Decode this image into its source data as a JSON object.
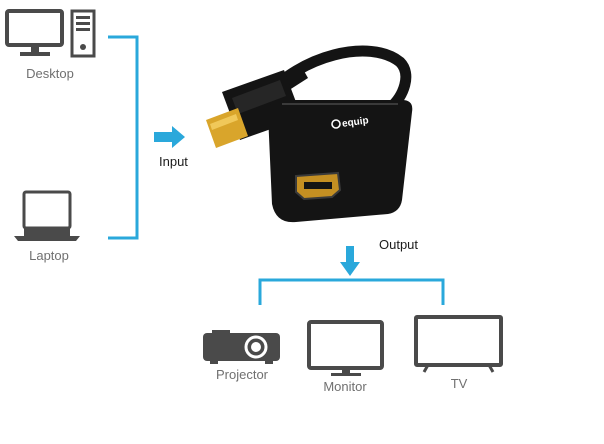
{
  "sources": [
    {
      "label": "Desktop",
      "icon": "desktop-icon"
    },
    {
      "label": "Laptop",
      "icon": "laptop-icon"
    }
  ],
  "input_label": "Input",
  "output_label": "Output",
  "adapter": {
    "brand": "equip",
    "icon": "displayport-to-hdmi-adapter-icon"
  },
  "outputs": [
    {
      "label": "Projector",
      "icon": "projector-icon"
    },
    {
      "label": "Monitor",
      "icon": "monitor-icon"
    },
    {
      "label": "TV",
      "icon": "tv-icon"
    }
  ],
  "colors": {
    "accent": "#2aa8db",
    "device": "#4a4a4a",
    "adapter": "#141414"
  }
}
